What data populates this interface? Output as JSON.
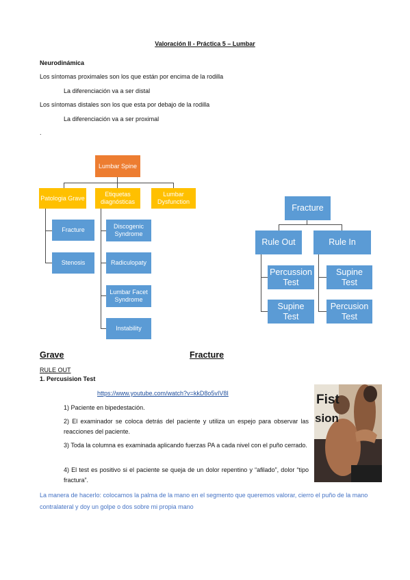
{
  "doc": {
    "title": "Valoración II - Práctica 5 – Lumbar",
    "section": "Neurodinámica",
    "lines": [
      "Los síntomas proximales son los que están por encima de la rodilla",
      "La diferenciación va a ser distal",
      "Los síntomas distales son los que esta por debajo de la rodilla",
      "La diferenciación va a ser proximal",
      "."
    ]
  },
  "left_diagram": {
    "root": "Lumbar Spine",
    "level1": [
      "Patologia Grave",
      "Etiquetas diagnósticas",
      "Lumbar Dysfunction"
    ],
    "grave_children": [
      "Fracture",
      "Stenosis"
    ],
    "etiquetas_children": [
      "Discogenic Syndrome",
      "Radiculopaty",
      "Lumbar Facet Syndrome",
      "Instability"
    ]
  },
  "right_diagram": {
    "root": "Fracture",
    "branches": [
      "Rule Out",
      "Rule In"
    ],
    "rule_out_children": [
      "Percussion Test",
      "Supine Test"
    ],
    "rule_in_children": [
      "Supine Test",
      "Percusion Test"
    ]
  },
  "section2": {
    "heading_left": "Grave",
    "heading_right": "Fracture",
    "rule_out": "RULE OUT",
    "test_title": "1. Percusision Test",
    "url": "https://www.youtube.com/watch?v=kkD8o5vIV8I",
    "steps": [
      "1) Paciente en bipedestación.",
      "2) El examinador se coloca detrás del paciente y utiliza un espejo para observar las reacciones del paciente.",
      "3) Toda la columna es examinada aplicando fuerzas PA a cada nivel con el puño cerrado.",
      "4) El test es positivo si el paciente se queja de un dolor repentino y “afilado”, dolor “tipo fractura”."
    ],
    "note": "La manera de hacerlo: colocamos la palma de la mano en el segmento que queremos valorar, cierro el puño de la mano contralateral y doy un golpe o dos sobre mi propia mano",
    "photo_text": "Fist sion"
  },
  "colors": {
    "orange": "#ed7d31",
    "yellow": "#ffc000",
    "blue": "#5b9bd5",
    "note_blue": "#4472c4",
    "link": "#1f4e9c"
  }
}
